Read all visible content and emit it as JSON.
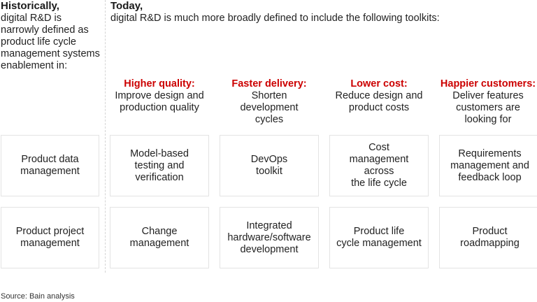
{
  "historically": {
    "label": "Historically,",
    "text": "digital R&D is narrowly defined as product life cycle management systems enablement in:"
  },
  "today": {
    "label": "Today,",
    "text": "digital R&D is much more broadly defined to include the following toolkits:"
  },
  "columns": [
    {
      "title": "Higher quality:",
      "desc": "Improve design and production quality"
    },
    {
      "title": "Faster delivery:",
      "desc": "Shorten development cycles"
    },
    {
      "title": "Lower cost:",
      "desc": "Reduce design and product costs"
    },
    {
      "title": "Happier customers:",
      "desc": "Deliver features customers are looking for"
    }
  ],
  "historical_boxes": [
    "Product data\nmanagement",
    "Product project\nmanagement"
  ],
  "toolkit_boxes": [
    [
      "Model-based\ntesting and\nverification",
      "Change\nmanagement"
    ],
    [
      "DevOps\ntoolkit",
      "Integrated\nhardware/software\ndevelopment"
    ],
    [
      "Cost\nmanagement across\nthe life cycle",
      "Product life\ncycle management"
    ],
    [
      "Requirements\nmanagement and\nfeedback loop",
      "Product\nroadmapping"
    ]
  ],
  "source": "Source: Bain analysis",
  "colors": {
    "accent_red": "#cc0000",
    "box_border": "#e3e3e3",
    "divider": "#d4d4d4"
  }
}
